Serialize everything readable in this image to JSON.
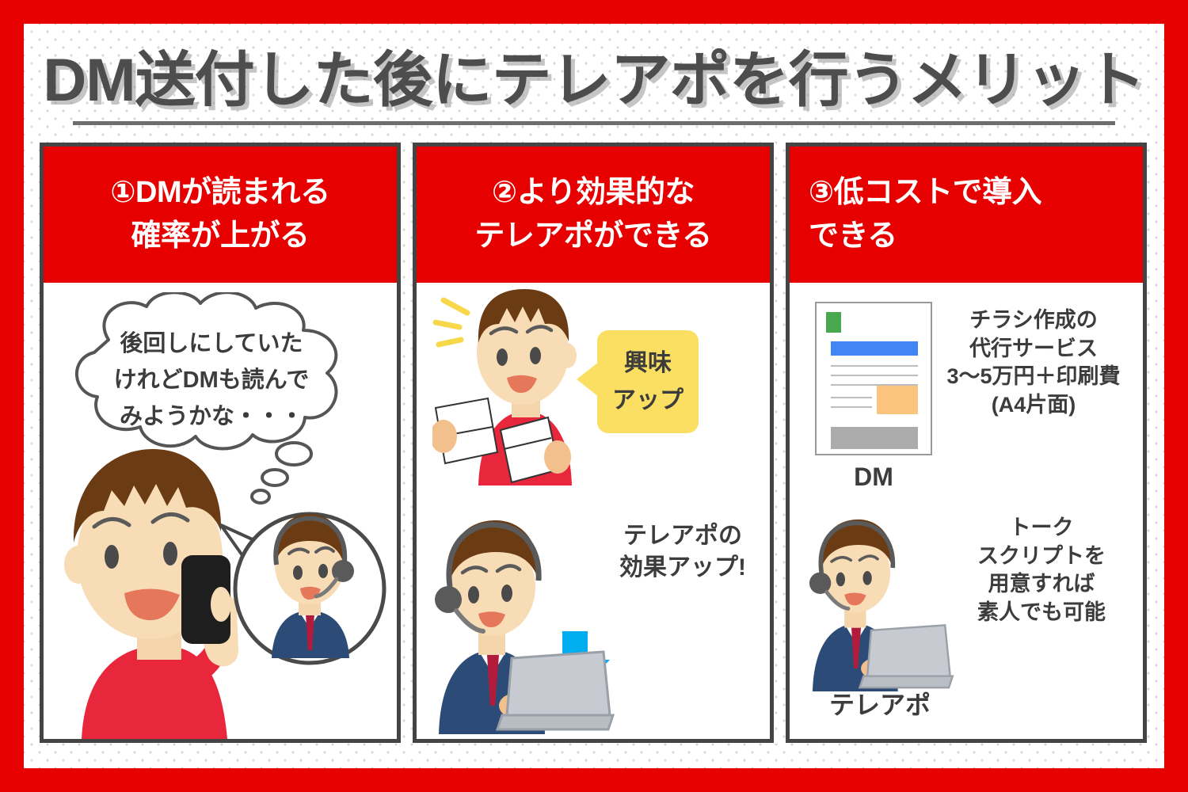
{
  "colors": {
    "frame_red": "#E60000",
    "title_gray": "#4D4D4D",
    "panel_border": "#444444",
    "balloon_yellow": "#FADF63",
    "arrow_blue": "#00AEEF",
    "text_dark": "#3C3C3C",
    "dot_gray": "#D9D9D9"
  },
  "header": {
    "title": "DM送付した後にテレアポを行うメリット"
  },
  "panels": [
    {
      "id": "panel-1",
      "number_icon": "circled-number-1",
      "head_lines": [
        "①DMが読まれる",
        "確率が上がる"
      ],
      "head_align": "center",
      "thought_bubble": {
        "lines": [
          "後回しにしていた",
          "けれどDMも読んで",
          "みようかな・・・"
        ]
      },
      "illustration": "man-on-phone-with-call-center-agent"
    },
    {
      "id": "panel-2",
      "number_icon": "circled-number-2",
      "head_lines": [
        "②より効果的な",
        "テレアポができる"
      ],
      "head_align": "center",
      "balloon": {
        "lines": [
          "興味",
          "アップ"
        ]
      },
      "arrow_icon": "down-arrow-icon",
      "caption": {
        "lines": [
          "テレアポの",
          "効果アップ!"
        ]
      },
      "illustration_top": "man-reading-letter",
      "illustration_bottom": "agent-with-headset-at-laptop"
    },
    {
      "id": "panel-3",
      "number_icon": "circled-number-3",
      "head_lines": [
        "③低コストで導入",
        "できる"
      ],
      "head_align": "left",
      "items": [
        {
          "icon": "flyer-document-icon",
          "icon_label": "DM",
          "text_lines": [
            "チラシ作成の",
            "代行サービス",
            "3〜5万円＋印刷費",
            "(A4片面)"
          ]
        },
        {
          "icon": "agent-with-headset-at-laptop",
          "icon_label": "テレアポ",
          "text_lines": [
            "トーク",
            "スクリプトを",
            "用意すれば",
            "素人でも可能"
          ]
        }
      ]
    }
  ]
}
